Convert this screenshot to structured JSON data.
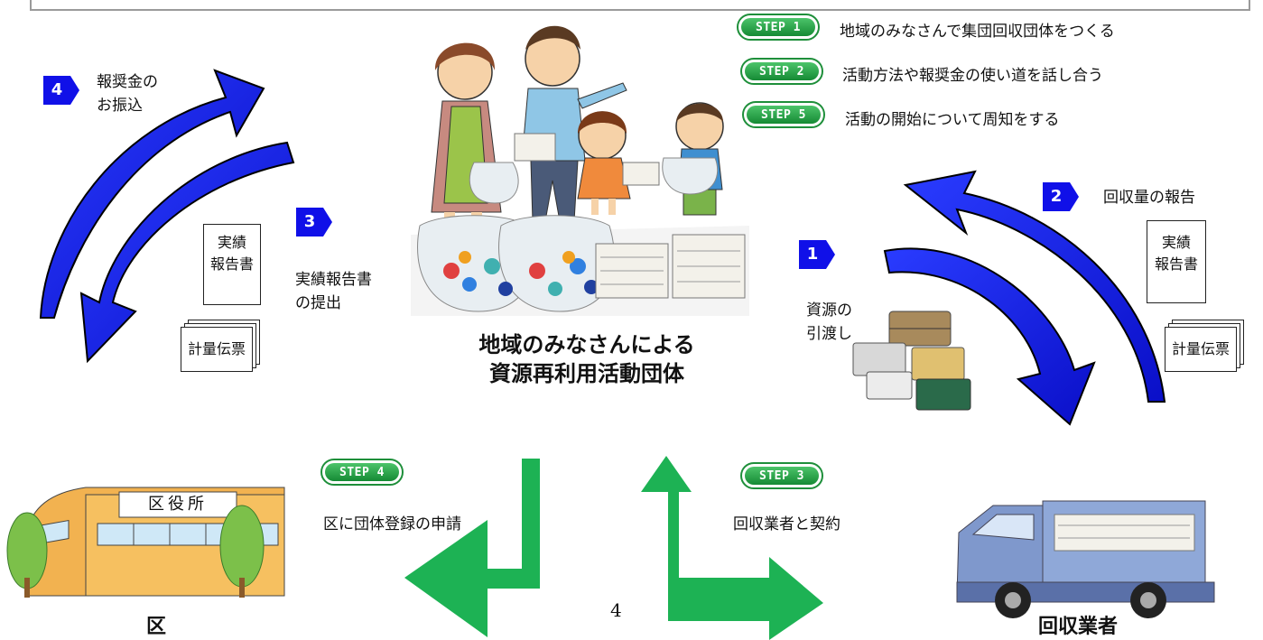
{
  "steps": [
    {
      "label": "STEP 1",
      "text": "地域のみなさんで集団回収団体をつくる"
    },
    {
      "label": "STEP 2",
      "text": "活動方法や報奨金の使い道を話し合う"
    },
    {
      "label": "STEP 5",
      "text": "活動の開始について周知をする"
    },
    {
      "label": "STEP 4",
      "text": "区に団体登録の申請"
    },
    {
      "label": "STEP 3",
      "text": "回収業者と契約"
    }
  ],
  "flows": [
    {
      "number": "4",
      "text_lines": [
        "報奨金の",
        "お振込"
      ]
    },
    {
      "number": "3",
      "text_lines": [
        "実績報告書",
        "の提出"
      ]
    },
    {
      "number": "1",
      "text_lines": [
        "資源の",
        "引渡し"
      ]
    },
    {
      "number": "2",
      "text_lines": [
        "回収量の報告"
      ]
    }
  ],
  "documents": {
    "report_lines": [
      "実績",
      "報告書"
    ],
    "slip": "計量伝票"
  },
  "center_title": [
    "地域のみなさんによる",
    "資源再利用活動団体"
  ],
  "ward_office_sign": "区役所",
  "ward_label": "区",
  "collector_label": "回収業者",
  "page_number": "4",
  "colors": {
    "arrow_blue": "#0a14e6",
    "arrow_green": "#1db254",
    "badge_blue": "#1010e8",
    "pill_green": "#1e8f3a"
  }
}
